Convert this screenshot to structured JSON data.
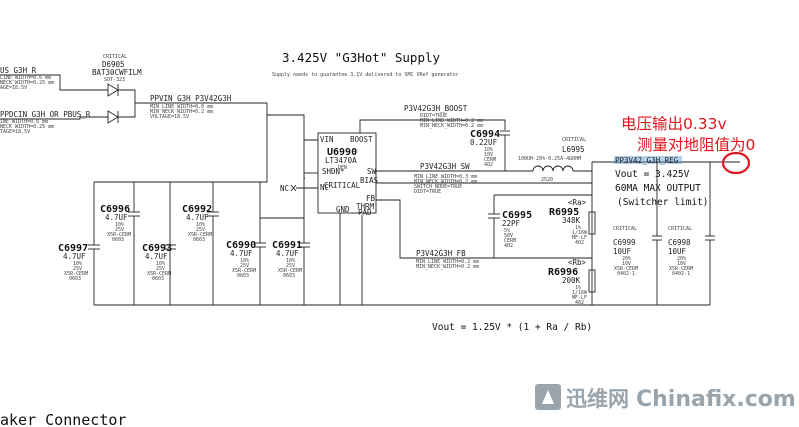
{
  "title": "3.425V \"G3Hot\" Supply",
  "subtitle": "Supply needs to guarantee 3.1V delivered to SMC VRef generator",
  "nets": {
    "in_top": "US_G3H_R",
    "in_top_1": "LINE_WIDTH=0.6 mm",
    "in_top_2": "NECK_WIDTH=0.25 mm",
    "in_top_3": "AGE=18.5V",
    "in_bot": "PPDCIN_G3H_OR_PBUS_R",
    "in_bot_1": "INE_WIDTH=0.6 mm",
    "in_bot_2": "NECK_WIDTH=0.25 mm",
    "in_bot_3": "TAGE=18.5V",
    "ppvin": "PPVIN_G3H_P3V42G3H",
    "ppvin_1": "MIN_LINE_WIDTH=0.6 mm",
    "ppvin_2": "MIN_NECK_WIDTH=0.2 mm",
    "ppvin_3": "VOLTAGE=18.5V",
    "boost": "P3V42G3H_BOOST",
    "boost_1": "DIDT=TRUE",
    "boost_2": "MIN_LINE_WIDTH=0.2 mm",
    "boost_3": "MIN_NECK_WIDTH=0.2 mm",
    "sw": "P3V42G3H_SW",
    "sw_1": "MIN_LINE_WIDTH=0.3 mm",
    "sw_2": "MIN_NECK_WIDTH=0.2 mm",
    "sw_3": "SWITCH_NODE=TRUE",
    "sw_4": "DIDT=TRUE",
    "fb": "P3V42G3H_FB",
    "fb_1": "MIN_LINE_WIDTH=0.2 mm",
    "fb_2": "MIN_NECK_WIDTH=0.2 mm",
    "out": "PP3V42_G3H_REG"
  },
  "diode": {
    "critical": "CRITICAL",
    "ref": "D6905",
    "part": "BAT30CWFILM",
    "pkg": "SOT-323"
  },
  "ic": {
    "ref": "U6990",
    "part": "LT3470A",
    "pkg": "DFN",
    "critical": "CRITICAL",
    "vin": "VIN",
    "boost": "BOOST",
    "shdn": "SHDN*",
    "sw": "SW",
    "nc": "NC",
    "bias": "BIAS",
    "gnd": "GND",
    "fb": "FB",
    "thrm": "THRM",
    "pad": "PAD"
  },
  "nc_label": "NC",
  "caps": {
    "c6996": {
      "ref": "C6996",
      "val": "4.7UF",
      "d1": "10%",
      "d2": "25V",
      "d3": "X5R-CERM",
      "d4": "0603"
    },
    "c6993": {
      "ref": "C6993",
      "val": "4.7UF",
      "d1": "10%",
      "d2": "25V",
      "d3": "X5R-CERM",
      "d4": "0603"
    },
    "c6992": {
      "ref": "C6992",
      "val": "4.7UF",
      "d1": "10%",
      "d2": "25V",
      "d3": "X5R-CERM",
      "d4": "0603"
    },
    "c6997": {
      "ref": "C6997",
      "val": "4.7UF",
      "d1": "10%",
      "d2": "25V",
      "d3": "X5R-CERM",
      "d4": "0603"
    },
    "c6990": {
      "ref": "C6990",
      "val": "4.7UF",
      "d1": "10%",
      "d2": "25V",
      "d3": "X5R-CERM",
      "d4": "0603"
    },
    "c6991": {
      "ref": "C6991",
      "val": "4.7UF",
      "d1": "10%",
      "d2": "25V",
      "d3": "X5R-CERM",
      "d4": "0603"
    },
    "c6994": {
      "ref": "C6994",
      "val": "0.22UF",
      "d1": "10%",
      "d2": "10V",
      "d3": "CERM",
      "d4": "402"
    },
    "c6995": {
      "ref": "C6995",
      "val": "22PF",
      "d1": "5%",
      "d2": "50V",
      "d3": "CERM",
      "d4": "402"
    },
    "c6999": {
      "critical": "CRITICAL",
      "ref": "C6999",
      "val": "10UF",
      "d1": "20%",
      "d2": "10V",
      "d3": "X5R-CERM",
      "d4": "0402-1"
    },
    "c6998": {
      "critical": "CRITICAL",
      "ref": "C6998",
      "val": "10UF",
      "d1": "20%",
      "d2": "10V",
      "d3": "X5R-CERM",
      "d4": "0402-1"
    }
  },
  "inductor": {
    "critical": "CRITICAL",
    "ref": "L6995",
    "spec": "100UH-20%-0.25A-4Ω0HM",
    "pkg": "2520"
  },
  "ra": {
    "tag": "<Ra>",
    "ref": "R6995",
    "val": "348K",
    "d1": "1%",
    "d2": "1/16W",
    "d3": "MF-LF",
    "d4": "402"
  },
  "rb": {
    "tag": "<Rb>",
    "ref": "R6996",
    "val": "200K",
    "d1": "1%",
    "d2": "1/16W",
    "d3": "MF-LF",
    "d4": "402"
  },
  "notes": {
    "vout": "Vout = 3.425V",
    "imax": "60MA MAX OUTPUT",
    "limit": "(Switcher limit)",
    "formula": "Vout = 1.25V * (1 + Ra / Rb)"
  },
  "annotation": {
    "line1": "电压输出0.33v",
    "line2": "测量对地阻值为0"
  },
  "footer": "aker Connector",
  "watermark": {
    "cn": "迅维网",
    "en": "Chinafix.com"
  },
  "colors": {
    "annotation": "#e0141c",
    "highlight": "#5b9bd5",
    "watermark": "#9aa4ad"
  }
}
